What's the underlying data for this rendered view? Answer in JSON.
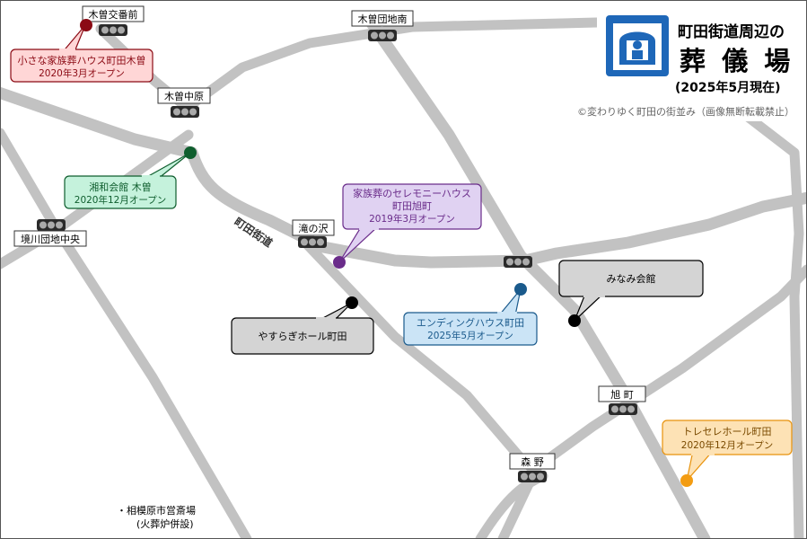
{
  "title": {
    "line1": "町田街道周辺の",
    "line2": "葬 儀 場",
    "date": "(2025年5月現在)",
    "copyright": "©変わりゆく町田の街並み（画像無断転載禁止）"
  },
  "road_label": "町田街道",
  "signals": {
    "kisobanmae": "木曽交番前",
    "kisodanchiminami": "木曽団地南",
    "kisonakahara": "木曽中原",
    "sakaigawadanchichuo": "境川団地中央",
    "takinosawa": "滝の沢",
    "asahicho": "旭 町",
    "morino": "森 野"
  },
  "venues": {
    "chiisana": {
      "name": "小さな家族葬ハウス町田木曽",
      "date": "2020年3月オープン",
      "color": "#8b0a14"
    },
    "shonan": {
      "name": "湘和会館 木曽",
      "date": "2020年12月オープン",
      "color": "#0f5e2e"
    },
    "ceremony": {
      "name": "家族葬のセレモニーハウス",
      "name2": "町田旭町",
      "date": "2019年3月オープン",
      "color": "#6a2c8a"
    },
    "minami": {
      "name": "みなみ会館",
      "color": "#000000"
    },
    "ending": {
      "name": "エンディングハウス町田",
      "date": "2025年5月オープン",
      "color": "#1a5a8c"
    },
    "yasuragi": {
      "name": "やすらぎホール町田",
      "color": "#000000"
    },
    "toreseru": {
      "name": "トレセレホール町田",
      "date": "2020年12月オープン",
      "color": "#f39c12"
    }
  },
  "note": {
    "line1": "・相模原市営斎場",
    "line2": "(火葬炉併設)"
  }
}
